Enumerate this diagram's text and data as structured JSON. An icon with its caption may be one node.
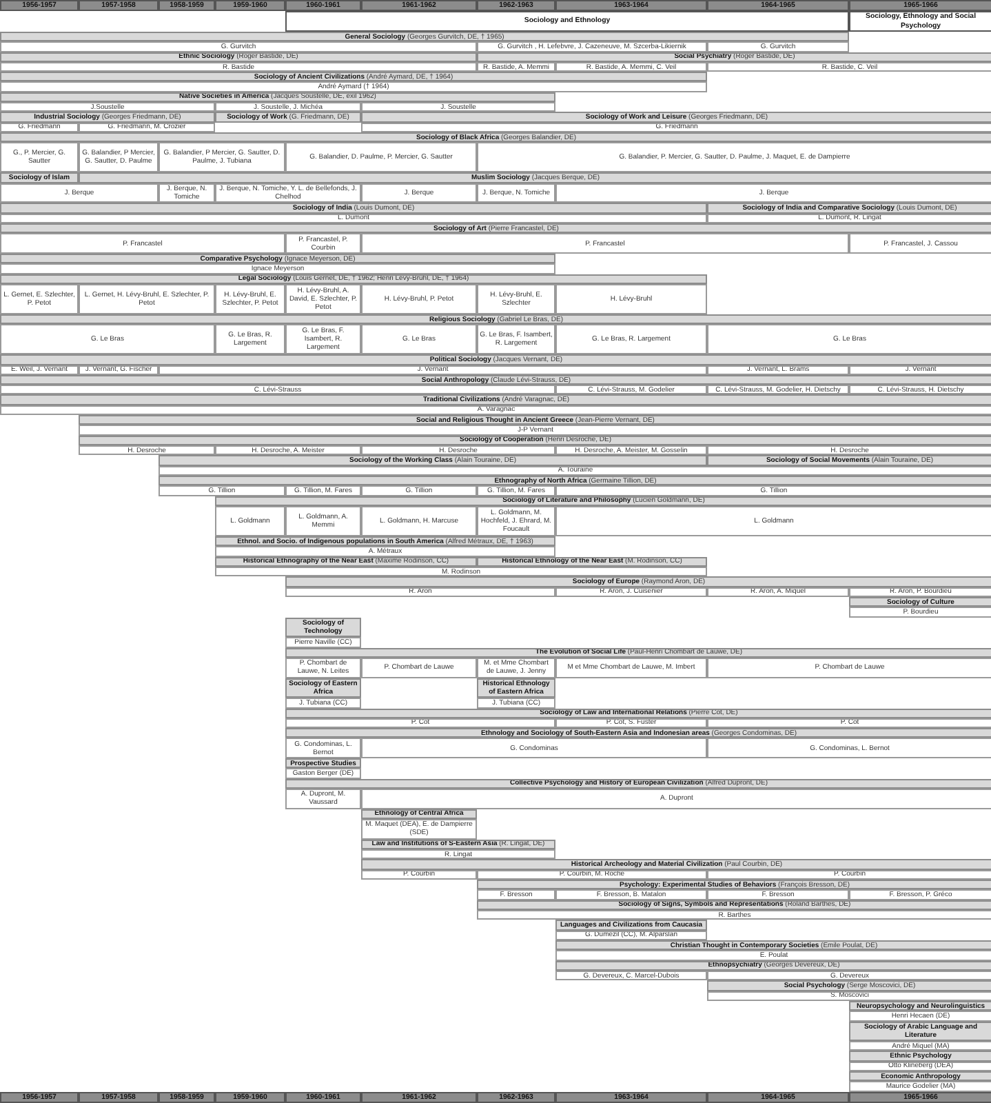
{
  "diagram": {
    "nodes": [
      {
        "text": [
          "Sociology and Ethnology"
        ]
      },
      {
        "text": [
          "Sociology, Ethnology and Social Psychology"
        ]
      },
      {
        "text": [
          "**General Sociology** (Georges Gurvitch, DE, † 1965)"
        ]
      },
      {
        "text": [
          "G. Gurvitch"
        ]
      },
      {
        "text": [
          "G. Gurvitch , H. Lefebvre, J. Cazeneuve, M. Szcerba-Likiernik"
        ]
      },
      {
        "text": [
          "G. Gurvitch"
        ]
      },
      {
        "text": [
          "**Ethnic Sociology** (Roger Bastide, DE)"
        ]
      },
      {
        "text": [
          "**Social Psychiatry** (Roger Bastide, DE)"
        ]
      },
      {
        "text": [
          "R. Bastide"
        ]
      },
      {
        "text": [
          "R. Bastide, A. Memmi"
        ]
      },
      {
        "text": [
          "R. Bastide, A. Memmi, C. Veil"
        ]
      },
      {
        "text": [
          "R. Bastide, C. Veil"
        ]
      },
      {
        "text": [
          "**Sociology of Ancient Civilizations** (André Aymard, DE, † 1964)"
        ]
      },
      {
        "text": [
          "André Aymard († 1964)"
        ]
      },
      {
        "text": [
          "**Native Societies in America** (Jacques Soustelle, DE, exil 1962)"
        ]
      },
      {
        "text": [
          "J.Soustelle"
        ]
      },
      {
        "text": [
          "J. Soustelle, J. Michéa"
        ]
      },
      {
        "text": [
          "J. Soustelle"
        ]
      },
      {
        "text": [
          "**Industrial Sociology** (Georges Friedmann, DE)"
        ]
      },
      {
        "text": [
          "**Sociology of Work** (G. Friedmann, DE)"
        ]
      },
      {
        "text": [
          "**Sociology of Work and Leisure** (Georges Friedmann, DE)"
        ]
      },
      {
        "text": [
          "G. Friedmann"
        ]
      },
      {
        "text": [
          "G. Friedmann, M. Crozier"
        ]
      },
      {
        "text": [
          "G. Friedmann"
        ]
      },
      {
        "text": [
          "**Sociology of Black Africa** (Georges Balandier, DE)"
        ]
      },
      {
        "text": [
          "G., P. Mercier, G. Sautter"
        ]
      },
      {
        "text": [
          "G. Balandier, P Mercier, G. Sautter, D. Paulme"
        ]
      },
      {
        "text": [
          "G. Balandier, P Mercier, G. Sautter, D. Paulme, J. Tubiana"
        ]
      },
      {
        "text": [
          "G. Balandier, D. Paulme, P. Mercier, G. Sautter"
        ]
      },
      {
        "text": [
          "G. Balandier, P. Mercier, G. Sautter, D. Paulme, J. Maquet, E. de Dampierre"
        ]
      },
      {
        "text": [
          "Sociology of Islam"
        ]
      },
      {
        "text": [
          "**Muslim Sociology** (Jacques Berque, DE)"
        ]
      },
      {
        "text": [
          "J. Berque"
        ]
      },
      {
        "text": [
          "J. Berque, N. Tomiche"
        ]
      },
      {
        "text": [
          "J. Berque, N. Tomiche, Y. L. de Bellefonds, J. Chelhod"
        ]
      },
      {
        "text": [
          "J. Berque"
        ]
      },
      {
        "text": [
          "J. Berque, N. Tomiche"
        ]
      },
      {
        "text": [
          "J. Berque"
        ]
      },
      {
        "text": [
          "**Sociology of India** (Louis Dumont, DE)"
        ]
      },
      {
        "text": [
          "**Sociology of India and Comparative Sociology** (Louis Dumont, DE)"
        ]
      },
      {
        "text": [
          "L. Dumont"
        ]
      },
      {
        "text": [
          "L. Dumont, R. Lingat"
        ]
      },
      {
        "text": [
          "**Sociology of Art** (Pierre Francastel, DE)"
        ]
      },
      {
        "text": [
          "P. Francastel"
        ]
      },
      {
        "text": [
          "P. Francastel, P. Courbin"
        ]
      },
      {
        "text": [
          "P. Francastel"
        ]
      },
      {
        "text": [
          "P. Francastel, J. Cassou"
        ]
      },
      {
        "text": [
          "**Comparative Psychology** (Ignace Meyerson, DE)"
        ]
      },
      {
        "text": [
          "Ignace Meyerson"
        ]
      },
      {
        "text": [
          "**Legal Sociology** (Louis Gernet, DE, † 1962; Henri Lévy-Bruhl, DE, † 1964)"
        ]
      },
      {
        "text": [
          "L. Gernet, E. Szlechter, P. Petot"
        ]
      },
      {
        "text": [
          "L. Gernet, H. Lévy-Bruhl, E. Szlechter, P. Petot"
        ]
      },
      {
        "text": [
          "H. Lévy-Bruhl, E. Szlechter, P. Petot"
        ]
      },
      {
        "text": [
          "H. Lévy-Bruhl, A. David, E. Szlechter, P. Petot"
        ]
      },
      {
        "text": [
          "H. Lévy-Bruhl, P. Petot"
        ]
      },
      {
        "text": [
          "H. Lévy-Bruhl, E. Szlechter"
        ]
      },
      {
        "text": [
          "H. Lévy-Bruhl"
        ]
      },
      {
        "text": [
          "**Religious Sociology** (Gabriel Le Bras, DE)"
        ]
      },
      {
        "text": [
          "G. Le Bras"
        ]
      },
      {
        "text": [
          "G. Le Bras, R. Largement"
        ]
      },
      {
        "text": [
          "G. Le Bras, F. Isambert, R. Largement"
        ]
      },
      {
        "text": [
          "G. Le Bras"
        ]
      },
      {
        "text": [
          "G. Le Bras, F. Isambert, R. Largement"
        ]
      },
      {
        "text": [
          "G. Le Bras, R. Largement"
        ]
      },
      {
        "text": [
          "G. Le Bras"
        ]
      },
      {
        "text": [
          "**Political Sociology** (Jacques Vernant, DE)"
        ]
      },
      {
        "text": [
          "E. Weil, J. Vernant"
        ]
      },
      {
        "text": [
          "J. Vernant, G. Fischer"
        ]
      },
      {
        "text": [
          "J. Vernant"
        ]
      },
      {
        "text": [
          "J. Vernant, L. Brams"
        ]
      },
      {
        "text": [
          "J. Vernant"
        ]
      },
      {
        "text": [
          "**Social Anthropology** (Claude Lévi-Strauss, DE)"
        ]
      },
      {
        "text": [
          "C. Lévi-Strauss"
        ]
      },
      {
        "text": [
          "C. Lévi-Strauss, M. Godelier"
        ]
      },
      {
        "text": [
          "C. Lévi-Strauss, M. Godelier, H. Dietschy"
        ]
      },
      {
        "text": [
          "C. Lévi-Strauss, H. Dietschy"
        ]
      },
      {
        "text": [
          "**Traditional Civilizations** (André Varagnac, DE)"
        ]
      },
      {
        "text": [
          "A. Varagnac"
        ]
      },
      {
        "text": [
          "**Social and Religious Thought in Ancient Greece** (Jean-Pierre Vernant, DE)"
        ]
      },
      {
        "text": [
          "J-P Vernant"
        ]
      },
      {
        "text": [
          "**Sociology of Cooperation** (Henri Desroche, DE)"
        ]
      },
      {
        "text": [
          "H. Desroche"
        ]
      },
      {
        "text": [
          "H. Desroche, A. Meister"
        ]
      },
      {
        "text": [
          "H. Desroche"
        ]
      },
      {
        "text": [
          "H. Desroche, A. Meister, M. Gosselin"
        ]
      },
      {
        "text": [
          "H. Desroche"
        ]
      },
      {
        "text": [
          "**Sociology of the Working Class** (Alain Touraine, DE)"
        ]
      },
      {
        "text": [
          "**Sociology of Social Movements** (Alain Touraine, DE)"
        ]
      },
      {
        "text": [
          "A. Touraine"
        ]
      },
      {
        "text": [
          "**Ethnography of North Africa** (Germaine Tillion, DE)"
        ]
      },
      {
        "text": [
          "G. Tillion"
        ]
      },
      {
        "text": [
          "G. Tillion, M. Fares"
        ]
      },
      {
        "text": [
          "G. Tillion"
        ]
      },
      {
        "text": [
          "G. Tillion, M. Fares"
        ]
      },
      {
        "text": [
          "G. Tillion"
        ]
      },
      {
        "text": [
          "**Sociology of Literature and Philosophy** (Lucien Goldmann, DE)"
        ]
      },
      {
        "text": [
          "L. Goldmann"
        ]
      },
      {
        "text": [
          "L. Goldmann, A. Memmi"
        ]
      },
      {
        "text": [
          "L. Goldmann, H. Marcuse"
        ]
      },
      {
        "text": [
          "L. Goldmann, M. Hochfeld, J. Ehrard, M. Foucault"
        ]
      },
      {
        "text": [
          "L. Goldmann"
        ]
      },
      {
        "text": [
          "**Ethnol. and Socio. of Indigenous populations in South America** (Alfred Métraux, DE, † 1963)"
        ]
      },
      {
        "text": [
          "A. Métraux"
        ]
      },
      {
        "text": [
          "**Historical Ethnography of the Near East** (Maxime Rodinson, CC)"
        ]
      },
      {
        "text": [
          "**Historical Ethnology of the Near East** (M. Rodinson, CC)"
        ]
      },
      {
        "text": [
          "M. Rodinson"
        ]
      },
      {
        "text": [
          "**Sociology of Europe** (Raymond Aron, DE)"
        ]
      },
      {
        "text": [
          "R. Aron"
        ]
      },
      {
        "text": [
          "R. Aron, J. Cuisenier"
        ]
      },
      {
        "text": [
          "R. Aron, A. Miquel"
        ]
      },
      {
        "text": [
          "R. Aron, P. Bourdieu"
        ]
      },
      {
        "text": [
          "Sociology of Culture"
        ]
      },
      {
        "text": [
          "P. Bourdieu"
        ]
      },
      {
        "text": [
          "Sociology of Technology"
        ]
      },
      {
        "text": [
          "Pierre Naville (CC)"
        ]
      },
      {
        "text": [
          "**The Evolution of Social Life** (Paul-Henri Chombart de Lauwe, DE)"
        ]
      },
      {
        "text": [
          "P. Chombart de Lauwe, N. Leites"
        ]
      },
      {
        "text": [
          "P. Chombart de Lauwe"
        ]
      },
      {
        "text": [
          "M. et Mme Chombart de Lauwe, J. Jenny"
        ]
      },
      {
        "text": [
          "M et Mme Chombart de Lauwe, M. Imbert"
        ]
      },
      {
        "text": [
          "P. Chombart de Lauwe"
        ]
      },
      {
        "text": [
          "Sociology of Eastern Africa"
        ]
      },
      {
        "text": [
          "Historical Ethnology of Eastern Africa"
        ]
      },
      {
        "text": [
          "J. Tubiana (CC)"
        ]
      },
      {
        "text": [
          "J. Tubiana (CC)"
        ]
      },
      {
        "text": [
          "**Sociology of Law and International Relations** (Pierre Cot, DE)"
        ]
      },
      {
        "text": [
          "P. Cot"
        ]
      },
      {
        "text": [
          "P. Cot, S. Fuster"
        ]
      },
      {
        "text": [
          "P. Cot"
        ]
      },
      {
        "text": [
          "**Ethnology and Sociology of South-Eastern Asia and Indonesian areas** (Georges Condominas, DE)"
        ]
      },
      {
        "text": [
          "G. Condominas, L. Bernot"
        ]
      },
      {
        "text": [
          "G. Condominas"
        ]
      },
      {
        "text": [
          "G. Condominas, L. Bernot"
        ]
      },
      {
        "text": [
          "Prospective Studies"
        ]
      },
      {
        "text": [
          "Gaston Berger (DE)"
        ]
      },
      {
        "text": [
          "**Collective Psychology and History of European Civilization** (Alfred Dupront, DE)"
        ]
      },
      {
        "text": [
          "A. Dupront, M. Vaussard"
        ]
      },
      {
        "text": [
          "A. Dupront"
        ]
      },
      {
        "text": [
          "Ethnology of Central Africa"
        ]
      },
      {
        "text": [
          "M. Maquet (DEA), E. de Dampierre (SDE)"
        ]
      },
      {
        "text": [
          "**Law and Institutions of S-Eastern Asia** (R. Lingat, DE)"
        ]
      },
      {
        "text": [
          "R. Lingat"
        ]
      },
      {
        "text": [
          "**Historical Archeology and Material Civilization** (Paul Courbin, DE)"
        ]
      },
      {
        "text": [
          "P. Courbin"
        ]
      },
      {
        "text": [
          "P. Courbin, M. Roche"
        ]
      },
      {
        "text": [
          "P. Courbin"
        ]
      },
      {
        "text": [
          "**Psychology: Experimental Studies of Behaviors** (François Bresson, DE)"
        ]
      },
      {
        "text": [
          "F. Bresson"
        ]
      },
      {
        "text": [
          "F. Bresson, B. Matalon"
        ]
      },
      {
        "text": [
          "F. Bresson"
        ]
      },
      {
        "text": [
          "F. Bresson, P. Gréco"
        ]
      },
      {
        "text": [
          "**Sociology of Signs, Symbols and Representations** (Roland Barthes, DE)"
        ]
      },
      {
        "text": [
          "R. Barthes"
        ]
      },
      {
        "text": [
          "Languages and Civilizations from Caucasia"
        ]
      },
      {
        "text": [
          "G. Dumézil (CC), M. Alparslan"
        ]
      },
      {
        "text": [
          "**Christian Thought in Contemporary Societies** (Emile Poulat, DE)"
        ]
      },
      {
        "text": [
          "E. Poulat"
        ]
      },
      {
        "text": [
          "**Ethnopsychiatry** (Georges Devereux, DE)"
        ]
      },
      {
        "text": [
          "G. Devereux, C. Marcel-Dubois"
        ]
      },
      {
        "text": [
          "G. Devereux"
        ]
      },
      {
        "text": [
          "**Social Psychology** (Serge Moscovici, DE)"
        ]
      },
      {
        "text": [
          "S. Moscovici"
        ]
      },
      {
        "text": [
          "Neuropsychology and Neurolinguistics"
        ]
      },
      {
        "text": [
          "Henri Hecaen (DE)"
        ]
      },
      {
        "text": [
          "Sociology of Arabic Language and Literature"
        ]
      },
      {
        "text": [
          "André Miquel (MA)"
        ]
      },
      {
        "text": [
          "Ethnic Psychology"
        ]
      },
      {
        "text": [
          "Otto Klineberg (DEA)"
        ]
      },
      {
        "text": [
          "Economic Anthropology"
        ]
      },
      {
        "text": [
          "Maurice Godelier (MA)"
        ]
      }
    ],
    "labels": [
      "1956-1957",
      "1957-1958",
      "1958-1959",
      "1959-1960",
      "1960-1961",
      "1961-1962",
      "1962-1963",
      "1963-1964",
      "1964-1965",
      "1965-1966",
      "1956-1957",
      "1957-1958",
      "1958-1959",
      "1959-1960",
      "1960-1961",
      "1961-1962",
      "1962-1963",
      "1963-1964",
      "1964-1965",
      "1965-1966"
    ]
  }
}
